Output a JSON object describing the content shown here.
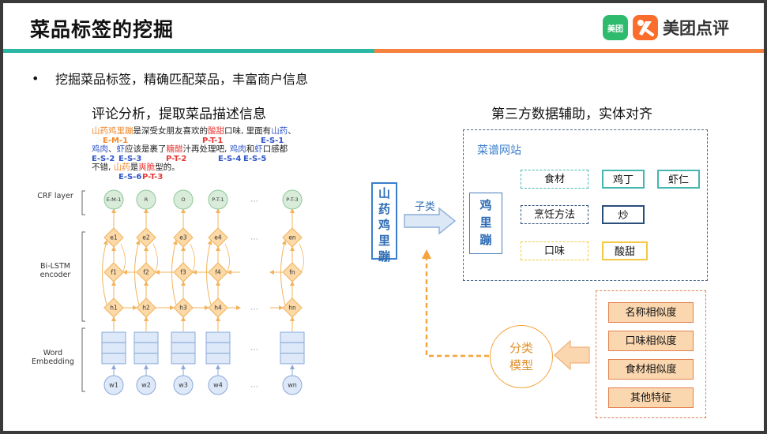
{
  "header": {
    "title": "菜品标签的挖掘",
    "logo_badge": "美团",
    "logo_text": "美团点评"
  },
  "bullet": {
    "marker": "•",
    "text": "挖掘菜品标签，精确匹配菜品，丰富商户信息"
  },
  "left": {
    "heading": "评论分析，提取菜品描述信息",
    "review": {
      "line1": [
        "山药鸡里蹦",
        "是深受女朋友喜欢的",
        "酸甜",
        "口味, 里面有",
        "山药",
        "、"
      ],
      "line2": [
        "鸡肉",
        "、",
        "虾",
        "应该是裹了",
        "糖醋",
        "汁再处理吧, ",
        "鸡肉",
        "和",
        "虾",
        "口感都"
      ],
      "line3": [
        "不错, ",
        "山药",
        "是",
        "爽脆",
        "型的。"
      ],
      "tags": [
        "E-M-1",
        "P-T-1",
        "E-S-1",
        "E-S-2",
        "E-S-3",
        "P-T-2",
        "E-S-4",
        "E-S-5",
        "E-S-6",
        "P-T-3"
      ]
    },
    "layers": {
      "crf": "CRF layer",
      "bilstm": "Bi-LSTM\nencoder",
      "embedding": "Word\nEmbedding"
    },
    "crf_nodes": [
      "E-M-1",
      "R",
      "O",
      "P-T-1",
      "…",
      "P-T-3"
    ],
    "e_nodes": [
      "e1",
      "e2",
      "e3",
      "e4",
      "…",
      "en"
    ],
    "f_nodes": [
      "f1",
      "f2",
      "f3",
      "f4",
      "…",
      "fn"
    ],
    "h_nodes": [
      "h1",
      "h2",
      "h3",
      "h4",
      "…",
      "hn"
    ],
    "w_nodes": [
      "w1",
      "w2",
      "w3",
      "w4",
      "…",
      "wn"
    ]
  },
  "right": {
    "heading": "第三方数据辅助，实体对齐",
    "source_dish": "山药鸡里蹦",
    "subclass_label": "子类",
    "site_title": "菜谱网站",
    "site_dish": "鸡里蹦",
    "attributes": [
      {
        "name": "食材",
        "values": [
          "鸡丁",
          "虾仁"
        ]
      },
      {
        "name": "烹饪方法",
        "values": [
          "炒"
        ]
      },
      {
        "name": "口味",
        "values": [
          "酸甜"
        ]
      }
    ],
    "model_label": "分类模型",
    "features": [
      "名称相似度",
      "口味相似度",
      "食材相似度",
      "其他特征"
    ]
  },
  "colors": {
    "teal": "#2bb7a3",
    "orange": "#f5813f",
    "blue": "#3a7fcf",
    "node_green": "#d8ecd9",
    "node_orange": "#fcd9a6",
    "node_blue": "#dde8f8"
  }
}
